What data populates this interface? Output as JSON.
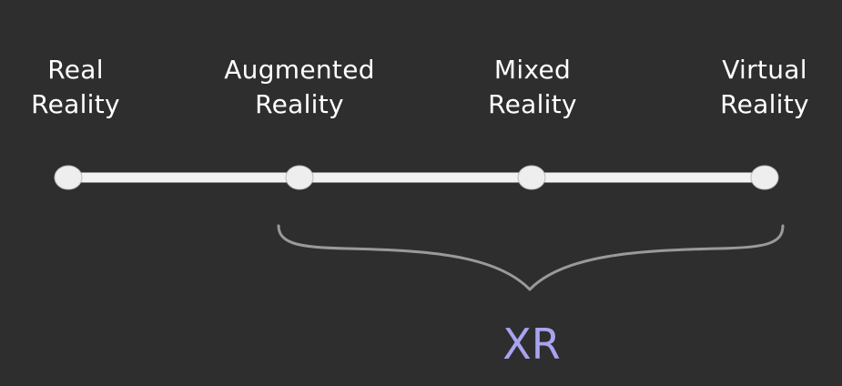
{
  "stages": [
    {
      "line1": "Real",
      "line2": "Reality"
    },
    {
      "line1": "Augmented",
      "line2": "Reality"
    },
    {
      "line1": "Mixed",
      "line2": "Reality"
    },
    {
      "line1": "Virtual",
      "line2": "Reality"
    }
  ],
  "brace_label": "XR",
  "colors": {
    "background": "#2e2e2e",
    "track": "#f2f2f2",
    "node": "#eeeeee",
    "brace": "#9a9a9a",
    "accent": "#a9a4f0"
  }
}
